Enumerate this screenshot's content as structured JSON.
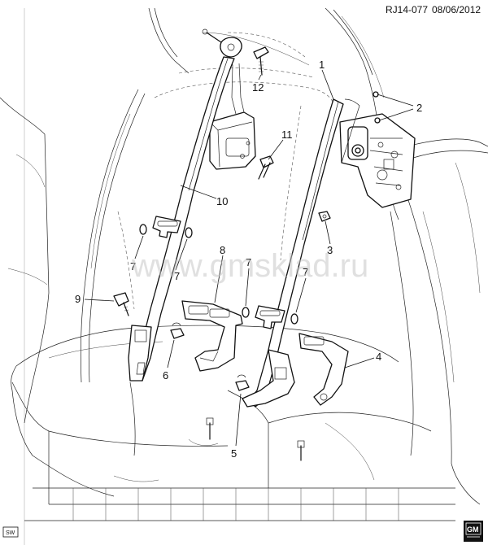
{
  "header": {
    "ref_code": "RJ14-077",
    "date": "08/06/2012"
  },
  "watermark": "www.gmsklad.ru",
  "badge": "SW",
  "logo": "GM",
  "callouts": [
    {
      "id": "c1",
      "label": "1"
    },
    {
      "id": "c2",
      "label": "2"
    },
    {
      "id": "c3",
      "label": "3"
    },
    {
      "id": "c4",
      "label": "4"
    },
    {
      "id": "c5",
      "label": "5"
    },
    {
      "id": "c6",
      "label": "6"
    },
    {
      "id": "c7a",
      "label": "7"
    },
    {
      "id": "c7b",
      "label": "7"
    },
    {
      "id": "c7c",
      "label": "7"
    },
    {
      "id": "c7d",
      "label": "7"
    },
    {
      "id": "c8",
      "label": "8"
    },
    {
      "id": "c9",
      "label": "9"
    },
    {
      "id": "c10",
      "label": "10"
    },
    {
      "id": "c11",
      "label": "11"
    },
    {
      "id": "c12",
      "label": "12"
    }
  ]
}
